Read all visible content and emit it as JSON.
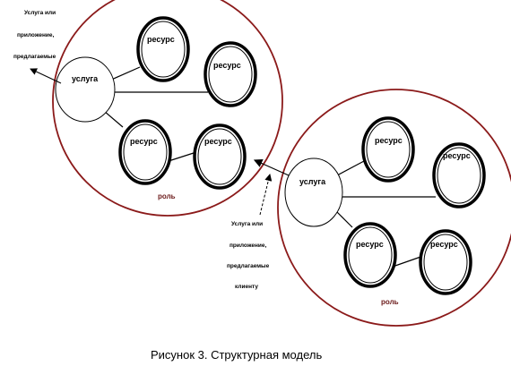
{
  "diagram": {
    "left": {
      "service": "услуга",
      "resources": [
        "ресурс",
        "ресурс",
        "ресурс",
        "ресурс"
      ],
      "role": "роль",
      "note_lines": [
        "Услуга или",
        "приложение,",
        "предлагаемые"
      ]
    },
    "right": {
      "service": "услуга",
      "resources": [
        "ресурс",
        "ресурс",
        "ресурс",
        "ресурс"
      ],
      "role": "роль",
      "note_lines": [
        "Услуга или",
        "приложение,",
        "предлагаемые",
        "клиенту"
      ]
    },
    "caption": "Рисунок 3. Структурная модель",
    "colors": {
      "role_circle": "#8b1a1a",
      "resource_ring": "#000000"
    }
  }
}
